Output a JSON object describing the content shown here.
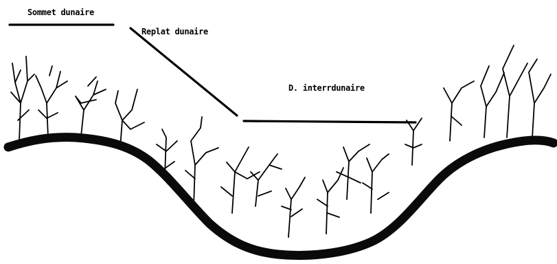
{
  "labels": {
    "sommet": "Sommet dunaire",
    "replat": "Replat dunaire",
    "interdunaire": "D. interrdunaire"
  },
  "colors": {
    "ink": "#000000",
    "background": "#ffffff"
  }
}
